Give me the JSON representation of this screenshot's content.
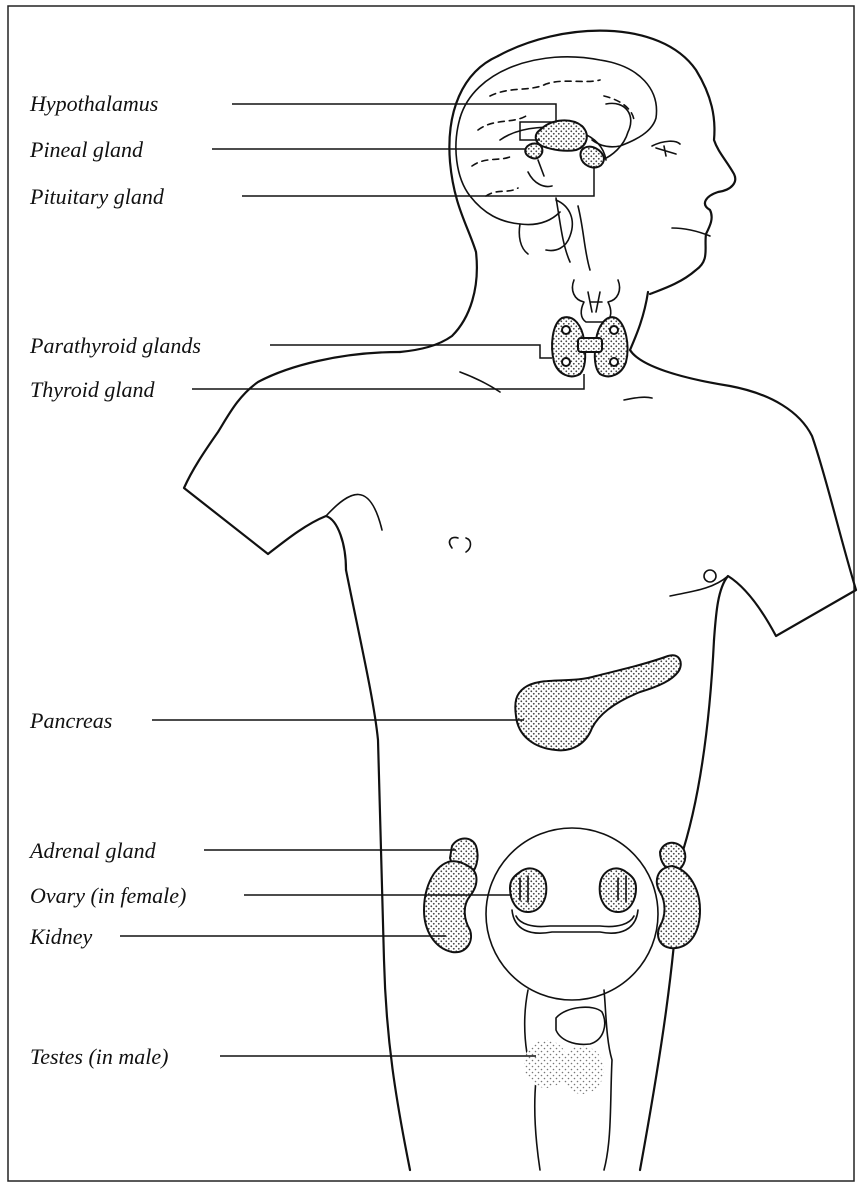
{
  "labels": {
    "hypothalamus": "Hypothalamus",
    "pineal": "Pineal gland",
    "pituitary": "Pituitary gland",
    "parathyroid": "Parathyroid glands",
    "thyroid": "Thyroid gland",
    "pancreas": "Pancreas",
    "adrenal": "Adrenal gland",
    "ovary": "Ovary (in female)",
    "kidney": "Kidney",
    "testes": "Testes (in male)"
  },
  "colors": {
    "line": "#111111",
    "gland_fill": "stipple-grey"
  }
}
